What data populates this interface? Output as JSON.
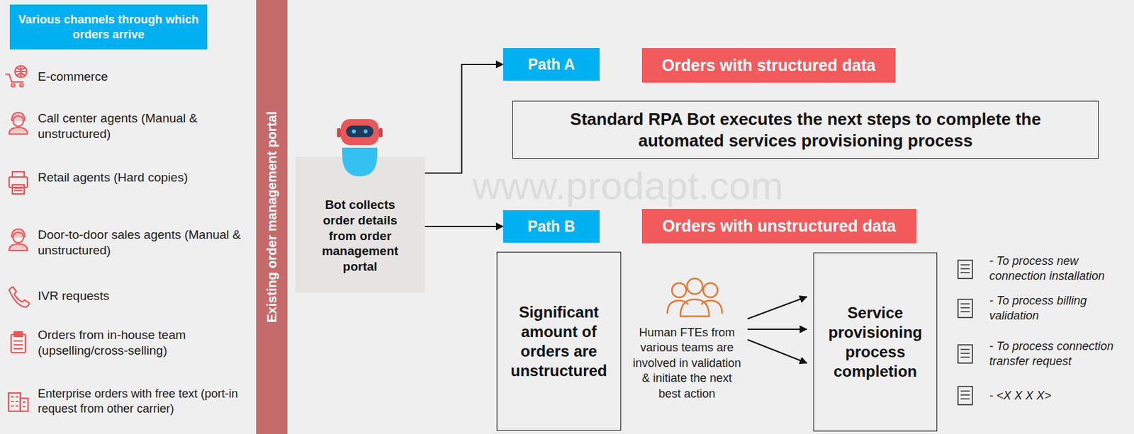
{
  "diagram": {
    "nodes": [
      {
        "text": [
          "Various channels through which orders arrive"
        ]
      },
      {
        "text": [
          "Existing order management portal"
        ]
      },
      {
        "text": [
          "Bot collects order details from order management portal"
        ]
      },
      {
        "text": [
          "Path A"
        ]
      },
      {
        "text": [
          "Orders with structured data"
        ]
      },
      {
        "text": [
          "Standard RPA Bot executes the next steps to complete the automated services provisioning process"
        ]
      },
      {
        "text": [
          "Path B"
        ]
      },
      {
        "text": [
          "Orders with unstructured data"
        ]
      },
      {
        "text": [
          "Significant amount of orders are unstructured"
        ]
      },
      {
        "text": [
          "Service provisioning process completion"
        ]
      }
    ],
    "edges": [
      {
        "from": 2,
        "to": 3,
        "arrow": "to"
      },
      {
        "from": 2,
        "to": 6,
        "arrow": "to"
      }
    ],
    "labels": [
      "E-commerce",
      "Call center agents (Manual & unstructured)",
      "Retail agents (Hard copies)",
      "Door-to-door sales agents (Manual & unstructured)",
      "IVR requests",
      "Orders from in-house team (upselling/cross-selling)",
      "Enterprise orders with free text (port-in request from other carrier)",
      "www.prodapt.com",
      "Human FTEs from various teams are involved in validation & initiate the next best action",
      "- To process new connection installation",
      "- To process billing validation",
      "- To process connection transfer request",
      "- <X X X X>"
    ]
  }
}
